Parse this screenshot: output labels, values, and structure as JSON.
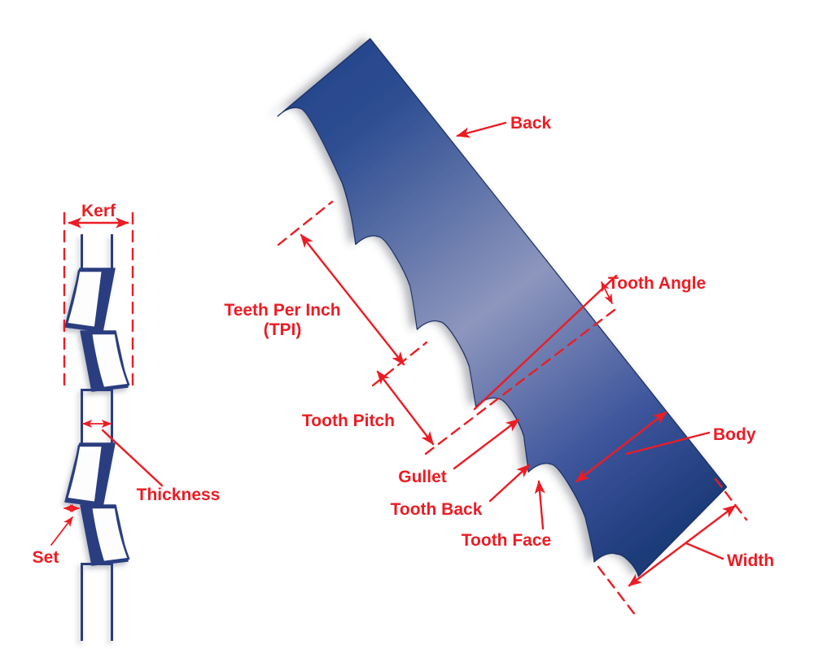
{
  "diagram_type": "bandsaw-blade-anatomy",
  "colors": {
    "label_red": "#ec1c24",
    "outline_navy": "#2b3e80",
    "blade_gradient_top": "#2a4a8e",
    "blade_gradient_middle": "#8d96bd",
    "blade_gradient_bottom": "#1d3b79",
    "background": "#ffffff"
  },
  "main_blade": {
    "labels": {
      "back": "Back",
      "tooth_angle": "Tooth Angle",
      "teeth_per_inch_line1": "Teeth Per Inch",
      "teeth_per_inch_line2": "(TPI)",
      "tooth_pitch": "Tooth Pitch",
      "gullet": "Gullet",
      "tooth_back": "Tooth Back",
      "tooth_face": "Tooth Face",
      "body": "Body",
      "width": "Width"
    }
  },
  "cross_section": {
    "labels": {
      "kerf": "Kerf",
      "thickness": "Thickness",
      "set": "Set"
    }
  }
}
